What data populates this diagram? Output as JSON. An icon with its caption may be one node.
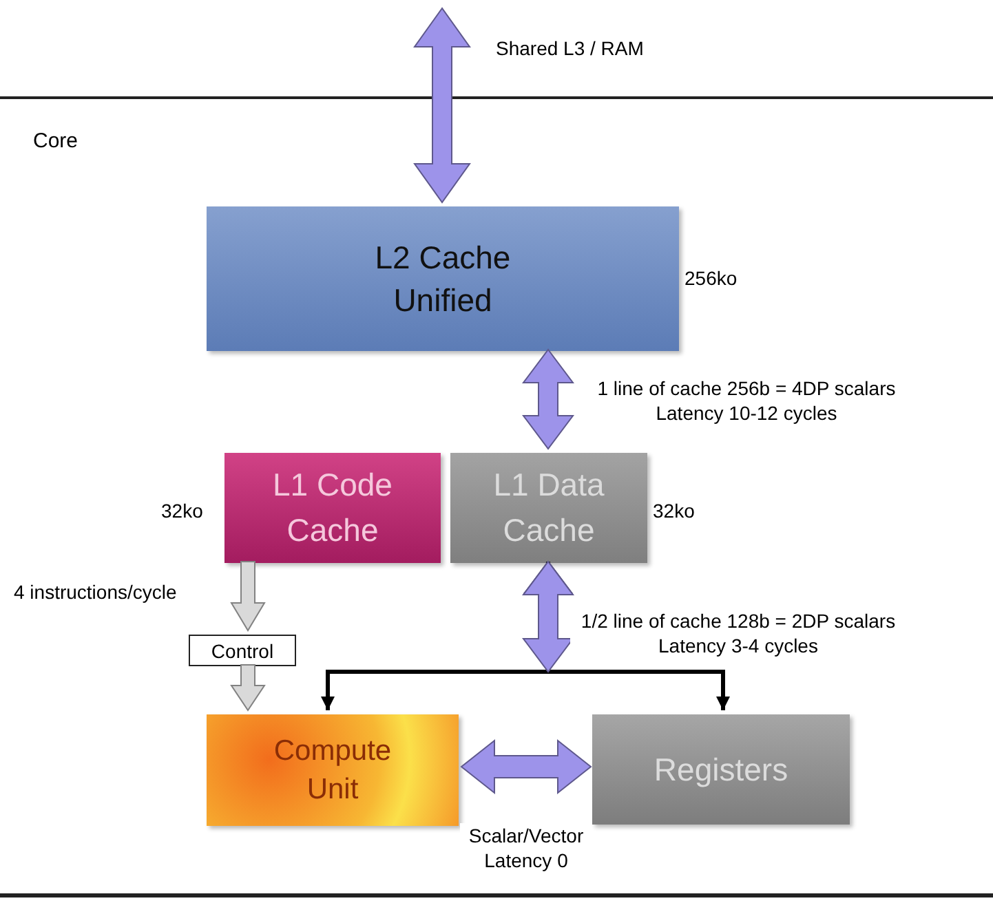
{
  "diagram": {
    "nodes": [
      {
        "text": [
          "Core"
        ]
      },
      {
        "text": [
          "L2 Cache Unified"
        ],
        "beside": [
          "256ko"
        ],
        "in": 0
      },
      {
        "text": [
          "L1 Code Cache"
        ],
        "beside": [
          "32ko"
        ],
        "in": 0
      },
      {
        "text": [
          "L1 Data Cache"
        ],
        "beside": [
          "32ko"
        ],
        "in": 0
      },
      {
        "text": [
          "Control"
        ],
        "in": 0
      },
      {
        "text": [
          "Compute Unit"
        ],
        "in": 0
      },
      {
        "text": [
          "Registers"
        ],
        "in": 0
      }
    ],
    "edges": [
      {
        "from": null,
        "to": 1,
        "arrow": "both",
        "label": "Shared L3 / RAM"
      },
      {
        "from": 1,
        "to": 3,
        "arrow": "both",
        "label": "1 line of cache 256b = 4DP scalars Latency 10-12 cycles"
      },
      {
        "from": 2,
        "to": 4,
        "arrow": "to",
        "label": "4 instructions/cycle",
        "color": "#d9d9d9"
      },
      {
        "from": 4,
        "to": 5,
        "arrow": "to",
        "color": "#d9d9d9"
      },
      {
        "from": 3,
        "to": 5,
        "arrow": "both",
        "label": "1/2 line of cache 128b = 2DP scalars Latency 3-4 cycles"
      },
      {
        "from": 3,
        "to": 6,
        "arrow": "both"
      },
      {
        "from": 5,
        "to": 6,
        "arrow": "both",
        "label": "Scalar/Vector Latency 0"
      }
    ]
  }
}
